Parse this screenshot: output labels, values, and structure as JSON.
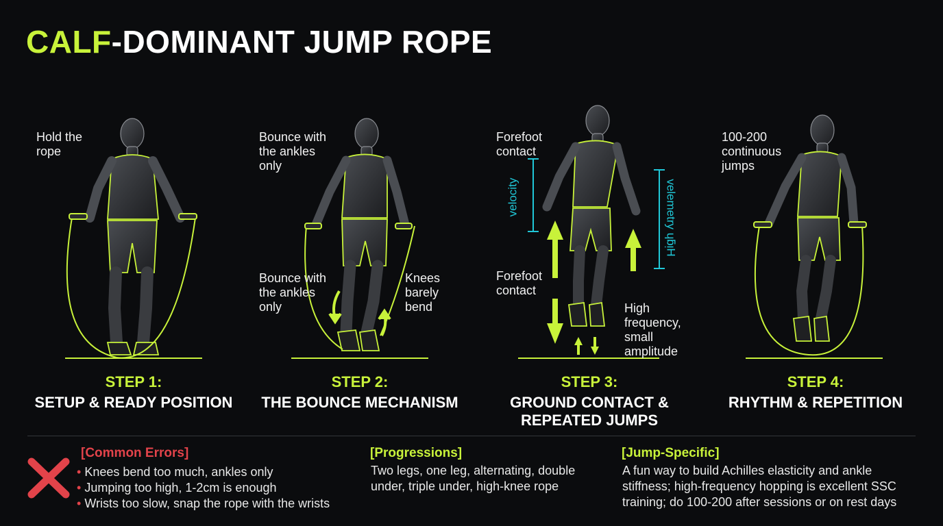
{
  "title": {
    "accent": "CALF",
    "rest": "-DOMINANT JUMP ROPE"
  },
  "colors": {
    "accent": "#c8f23a",
    "error": "#e2434a",
    "cyan": "#20c8d8",
    "background": "#0b0c0e"
  },
  "steps": [
    {
      "number": "STEP 1:",
      "name": "SETUP & READY POSITION",
      "notes": [
        "Hold the\nrope"
      ]
    },
    {
      "number": "STEP 2:",
      "name": "THE BOUNCE MECHANISM",
      "notes": [
        "Bounce with\nthe ankles\nonly",
        "Bounce with\nthe ankles\nonly",
        "Knees\nbarely\nbend"
      ]
    },
    {
      "number": "STEP 3:",
      "name": "GROUND CONTACT &\nREPEATED JUMPS",
      "notes": [
        "Forefoot\ncontact",
        "Forefoot\ncontact",
        "High\nfrequency,\nsmall amplitude"
      ],
      "measure_left": "velocity",
      "measure_right": "velemetry ɥƃᴉH"
    },
    {
      "number": "STEP 4:",
      "name": "RHYTHM & REPETITION",
      "notes": [
        "100-200\ncontinuous\njumps"
      ]
    }
  ],
  "errors": {
    "icon": "x-mark-icon",
    "title": "[Common Errors]",
    "items": [
      "Knees bend too much, ankles only",
      "Jumping too high, 1-2cm is enough",
      "Wrists too slow, snap the rope with the wrists"
    ]
  },
  "progressions": {
    "title": "[Progressions]",
    "text": "Two legs, one leg, alternating, double under, triple under, high-knee rope"
  },
  "jump_specific": {
    "title": "[Jump-Specific]",
    "text": "A fun way to build Achilles elasticity and ankle stiffness; high-frequency hopping is excellent SSC training; do 100-200 after sessions or on rest days"
  }
}
